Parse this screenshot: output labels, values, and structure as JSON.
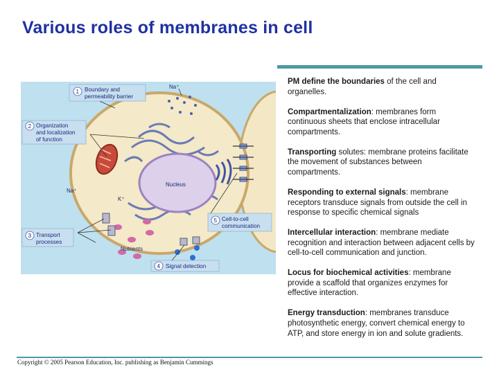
{
  "title": "Various roles of membranes in cell",
  "bullets": [
    {
      "bold": "PM define the boundaries",
      "rest": " of the cell and organelles."
    },
    {
      "bold": "Compartmentalization",
      "rest": ": membranes form continuous sheets that enclose intracellular compartments."
    },
    {
      "bold": "Transporting",
      "rest": " solutes: membrane proteins facilitate the movement of substances between compartments."
    },
    {
      "bold": "Responding to external signals",
      "rest": ": membrane receptors transduce signals from outside the cell in response to specific chemical signals"
    },
    {
      "bold": "Intercellular interaction",
      "rest": ": membrane mediate recognition and interaction between adjacent cells by cell-to-cell communication and junction."
    },
    {
      "bold": "Locus for biochemical activities",
      "rest": ": membrane provide a scaffold that organizes enzymes for effective interaction."
    },
    {
      "bold": "Energy transduction",
      "rest": ": membranes transduce photosynthetic energy, convert chemical energy to ATP, and store energy in ion and solute gradients."
    }
  ],
  "figure": {
    "callouts": [
      {
        "num": "1",
        "line1": "Boundary and",
        "line2": "permeability barrier"
      },
      {
        "num": "2",
        "line1": "Organization",
        "line2": "and localization",
        "line3": "of function"
      },
      {
        "num": "3",
        "line1": "Transport",
        "line2": "processes"
      },
      {
        "num": "4",
        "line1": "Signal detection"
      },
      {
        "num": "5",
        "line1": "Cell-to-cell",
        "line2": "communication"
      }
    ],
    "nucleus_label": "Nucleus",
    "na_top": "Na⁺",
    "na_left": "Na⁺",
    "k_label": "K⁺",
    "nutrients_label": "Nutrients"
  },
  "copyright": "Copyright © 2005 Pearson Education, Inc. publishing as Benjamin Cummings"
}
